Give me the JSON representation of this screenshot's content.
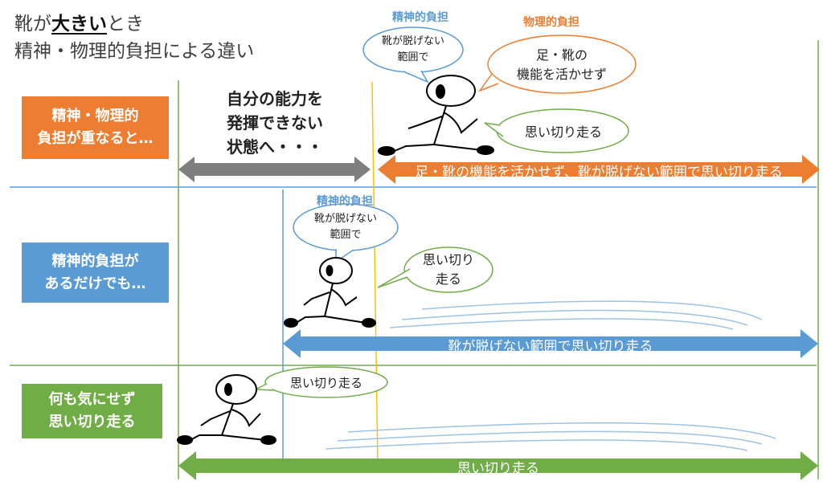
{
  "title": {
    "pre": "靴が",
    "emph": "大きい",
    "post": "とき",
    "line2": "精神・物理的負担による違い"
  },
  "colors": {
    "orange": "#ED7D31",
    "blue": "#5B9BD5",
    "green": "#70AD47",
    "gray": "#7F7F7F",
    "yellow": "#FFC000"
  },
  "rows": [
    {
      "label_lines": [
        "精神・物理的",
        "負担が重なると…"
      ],
      "tag_mental": "精神的負担",
      "tag_physical": "物理的負担",
      "bubble_mental": [
        "靴が脱げない",
        "範囲で"
      ],
      "bubble_physical": [
        "足・靴の",
        "機能を活かせず"
      ],
      "bubble_run": "思い切り走る",
      "gray_note": [
        "自分の能力を",
        "発揮できない",
        "状態へ・・・"
      ],
      "arrow_text": "足・靴の機能を活かせず、靴が脱げない範囲で思い切り走る"
    },
    {
      "label_lines": [
        "精神的負担が",
        "あるだけでも…"
      ],
      "tag_mental": "精神的負担",
      "bubble_mental": [
        "靴が脱げない",
        "範囲で"
      ],
      "bubble_run": [
        "思い切り",
        "走る"
      ],
      "arrow_text": "靴が脱げない範囲で思い切り走る"
    },
    {
      "label_lines": [
        "何も気にせず",
        "思い切り走る"
      ],
      "bubble_run": "思い切り走る",
      "arrow_text": "思い切り走る"
    }
  ]
}
